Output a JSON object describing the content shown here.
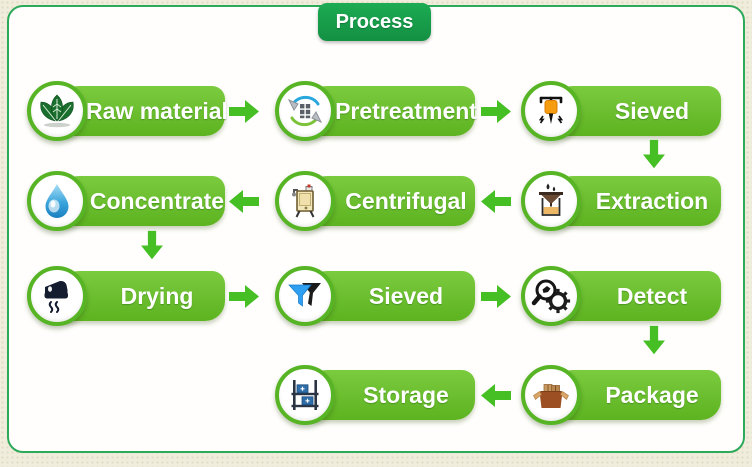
{
  "title": {
    "label": "Process"
  },
  "steps": [
    {
      "label": "Raw material",
      "icon": "leaves-icon"
    },
    {
      "label": "Pretreatment",
      "icon": "spray-cycle-icon"
    },
    {
      "label": "Sieved",
      "icon": "jackhammer-icon"
    },
    {
      "label": "Extraction",
      "icon": "beaker-funnel-icon"
    },
    {
      "label": "Centrifugal",
      "icon": "centrifuge-machine-icon"
    },
    {
      "label": "Concentrate",
      "icon": "water-drop-icon"
    },
    {
      "label": "Drying",
      "icon": "drying-machine-icon"
    },
    {
      "label": "Sieved",
      "icon": "funnel-icon"
    },
    {
      "label": "Detect",
      "icon": "magnifier-gear-icon"
    },
    {
      "label": "Package",
      "icon": "open-box-icon"
    },
    {
      "label": "Storage",
      "icon": "shelf-rack-icon"
    }
  ],
  "flow_sequence": "Raw material → Pretreatment → Sieved → Extraction → Centrifugal → Concentrate → Drying → Sieved → Detect → Package → Storage",
  "colors": {
    "pill_green": "#6abf2e",
    "banner_green": "#17a04a",
    "arrow_green": "#46bf25",
    "border_green": "#2da95a",
    "background_cream": "#f1eddc"
  }
}
